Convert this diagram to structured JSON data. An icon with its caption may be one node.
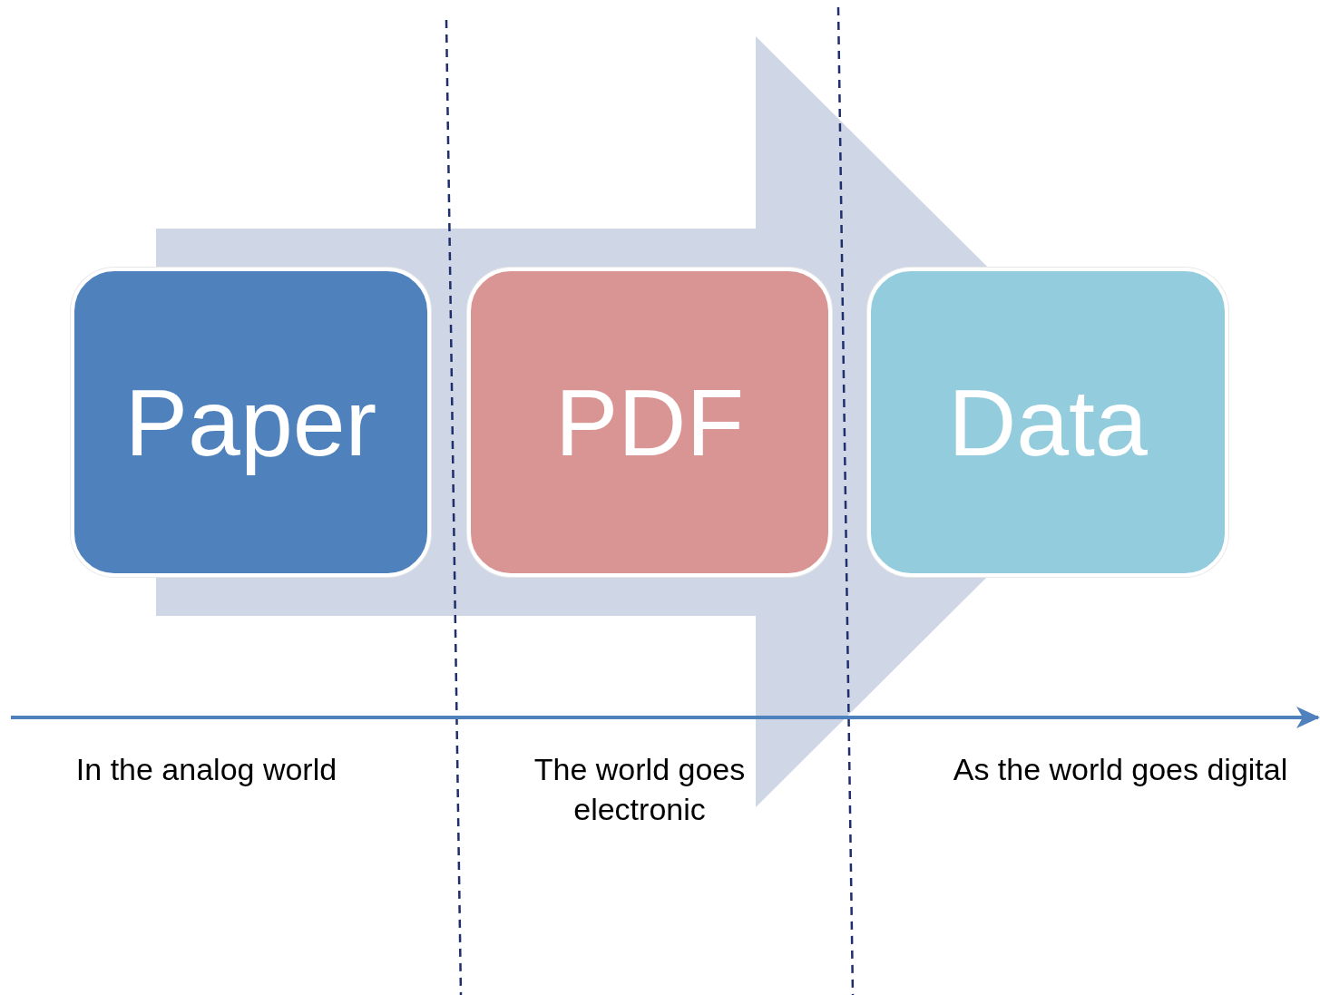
{
  "diagram": {
    "nodes": [
      {
        "text": [
          "Paper"
        ]
      },
      {
        "text": [
          "PDF"
        ]
      },
      {
        "text": [
          "Data"
        ]
      }
    ],
    "edges": [
      {
        "from": 0,
        "to": 2,
        "arrow": "to"
      }
    ],
    "labels": [
      "In the analog world",
      "The world goes electronic",
      "As the world goes digital"
    ]
  }
}
